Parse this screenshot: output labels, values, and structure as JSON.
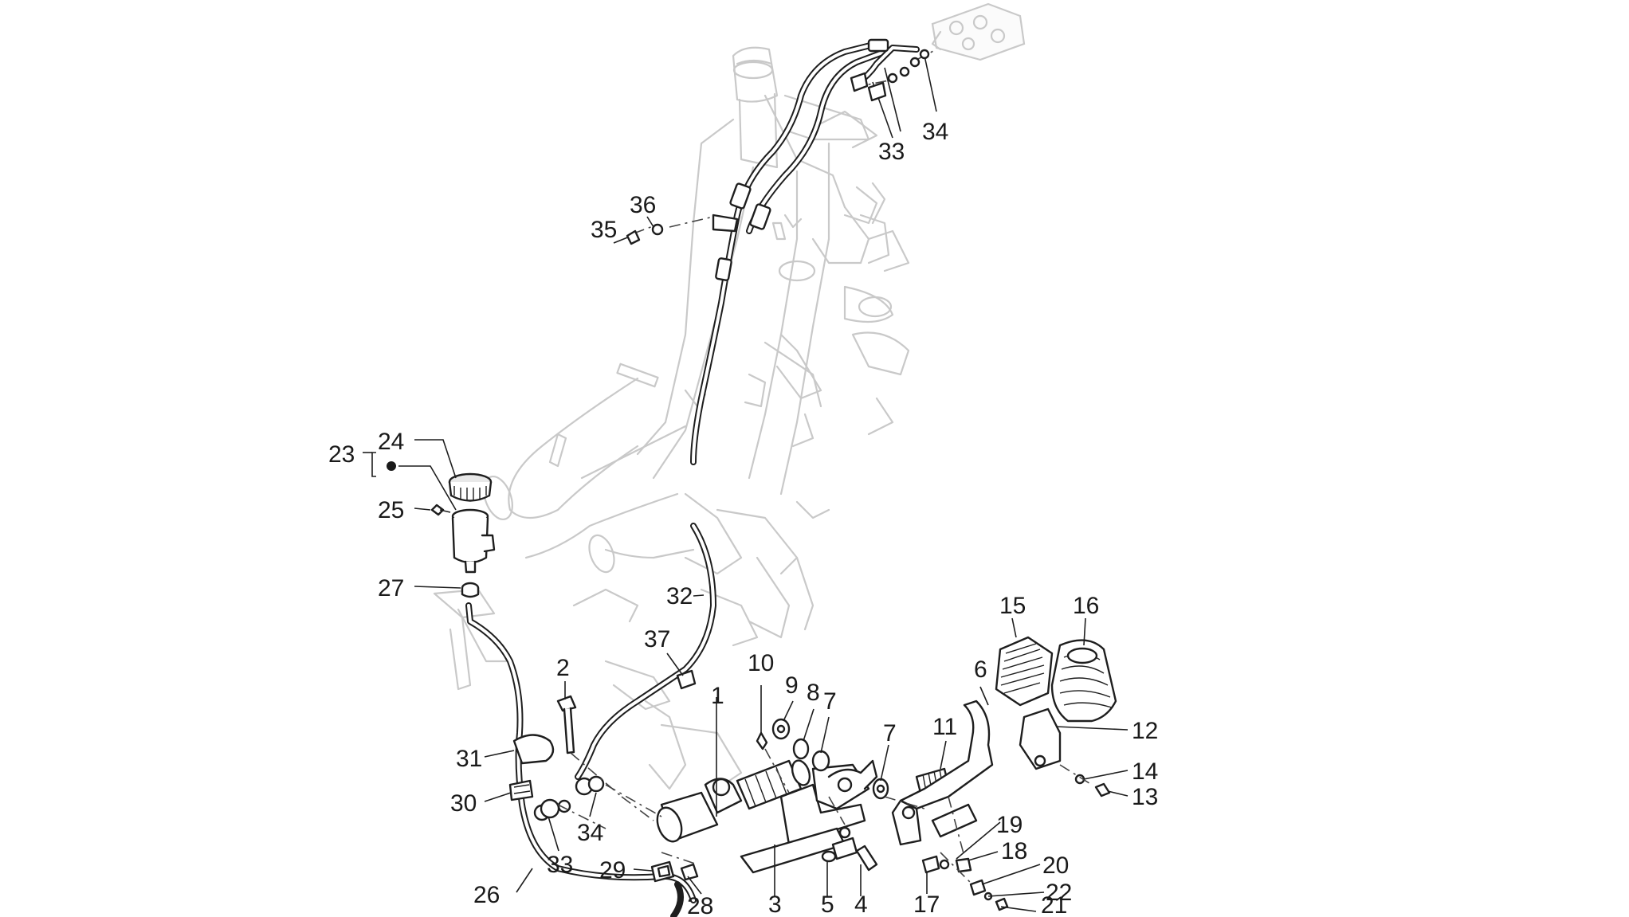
{
  "labels": {
    "l1": "1",
    "l2": "2",
    "l3": "3",
    "l4": "4",
    "l5": "5",
    "l6": "6",
    "l7a": "7",
    "l7b": "7",
    "l8": "8",
    "l9": "9",
    "l10": "10",
    "l11": "11",
    "l12": "12",
    "l13": "13",
    "l14": "14",
    "l15": "15",
    "l16": "16",
    "l17": "17",
    "l18": "18",
    "l19": "19",
    "l20": "20",
    "l21": "21",
    "l22": "22",
    "l23": "23",
    "l24": "24",
    "l25": "25",
    "l26": "26",
    "l27": "27",
    "l28": "28",
    "l29": "29",
    "l30": "30",
    "l31": "31",
    "l32": "32",
    "l33a": "33",
    "l33b": "33",
    "l34a": "34",
    "l34b": "34",
    "l35": "35",
    "l36": "36",
    "l37": "37"
  }
}
